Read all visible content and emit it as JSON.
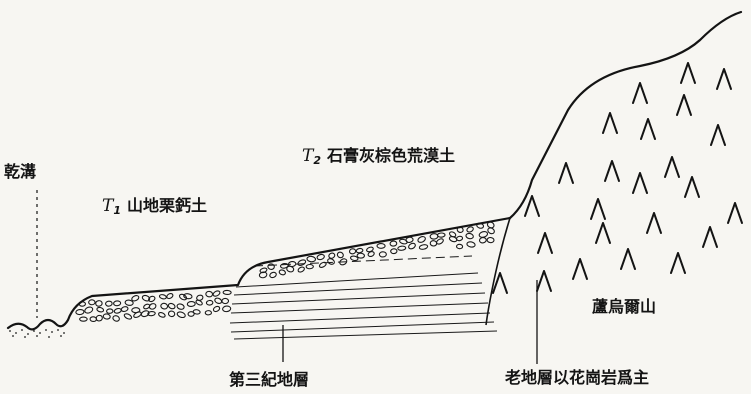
{
  "diagram": {
    "labels": {
      "gully": "乾溝",
      "t1_symbol": "T",
      "t1_subscript": "1",
      "t1_soil": "山地栗鈣土",
      "t2_symbol": "T",
      "t2_subscript": "2",
      "t2_soil": "石膏灰棕色荒漠土",
      "tertiary": "第三紀地層",
      "mountain": "蘆烏爾山",
      "old_strata": "老地層以花崗岩爲主"
    }
  }
}
